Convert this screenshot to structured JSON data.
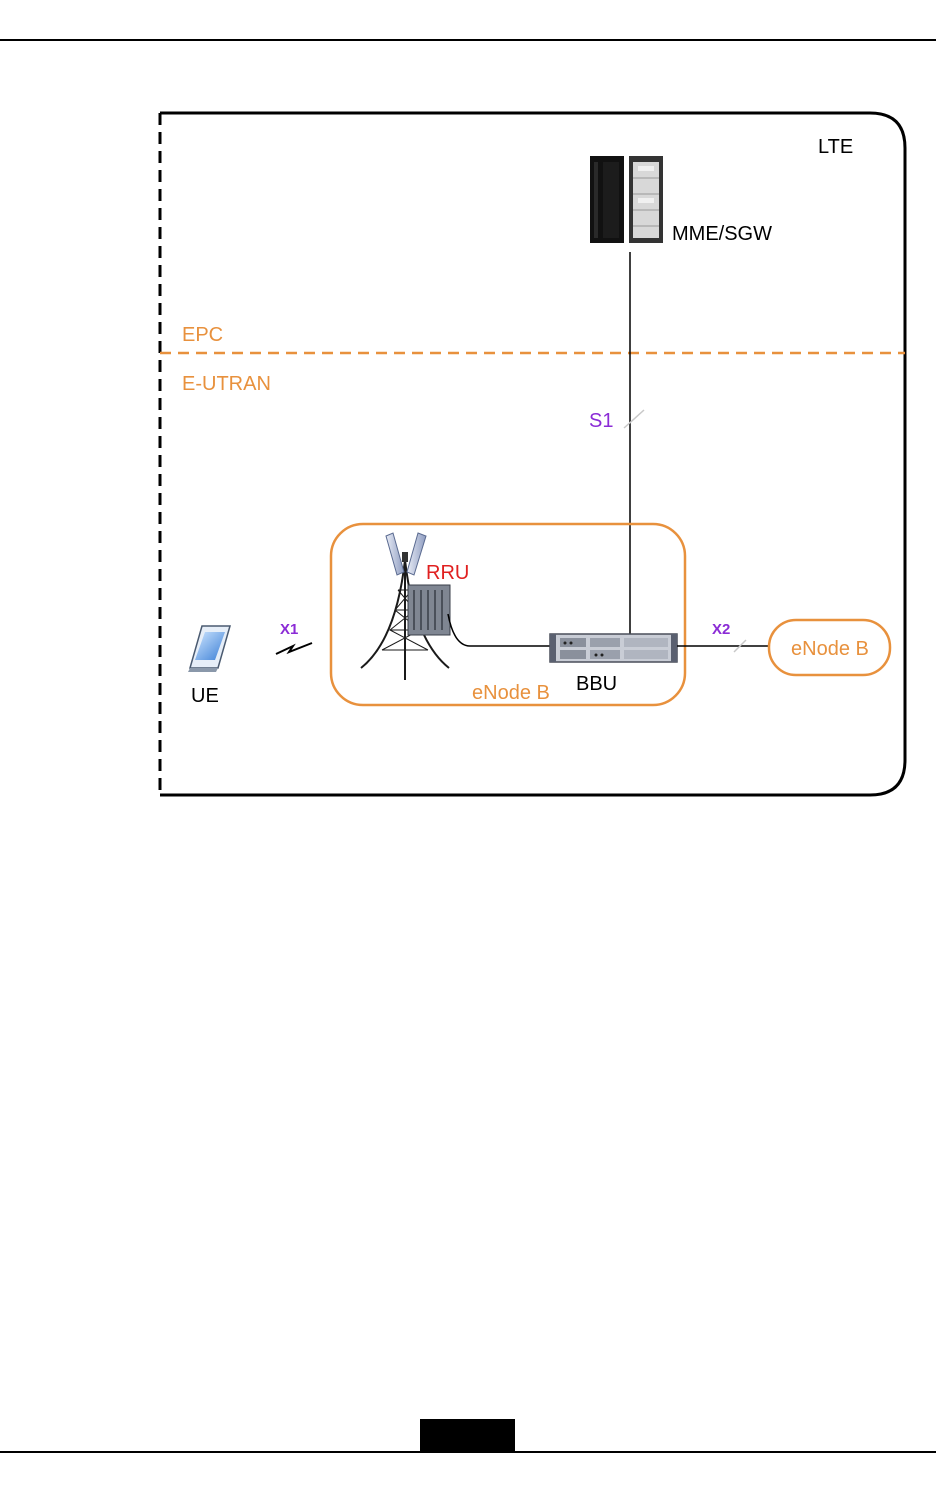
{
  "diagram": {
    "region_label": "LTE",
    "core_label": "EPC",
    "ran_label": "E-UTRAN",
    "core_node_label": "MME/SGW",
    "s1_label": "S1",
    "enodeb_group_label": "eNode B",
    "rru_label": "RRU",
    "bbu_label": "BBU",
    "ue_label": "UE",
    "x1_label": "X1",
    "x2_label": "X2",
    "peer_enodeb_label": "eNode B",
    "colors": {
      "orange": "#e8913d",
      "purple": "#8b2bd6",
      "red": "#e02020",
      "black": "#000000"
    }
  }
}
